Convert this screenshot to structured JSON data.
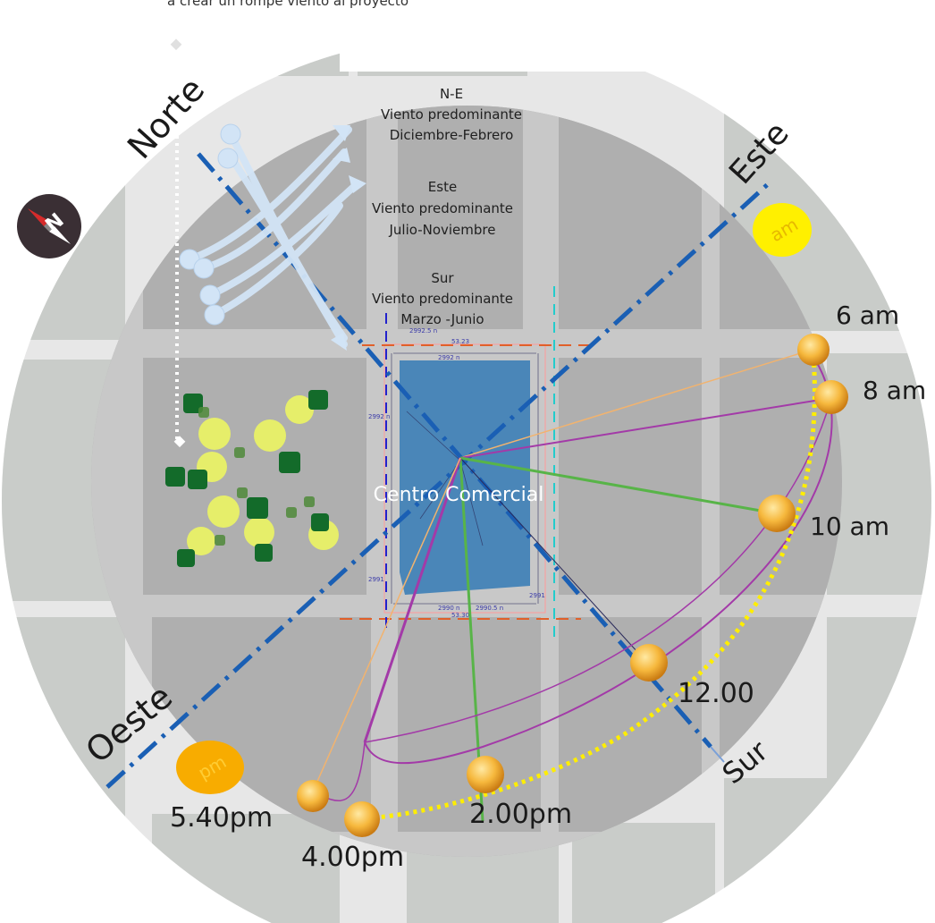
{
  "top_caption": "a crear un rompe viento al proyecto",
  "directions": {
    "north": "Norte",
    "east": "Este",
    "west": "Oeste",
    "south": "Sur"
  },
  "wind": [
    {
      "name": "N-E",
      "line1": "Viento predominante",
      "line2": "Diciembre-Febrero"
    },
    {
      "name": "Este",
      "line1": "Viento predominante",
      "line2": "Julio-Noviembre"
    },
    {
      "name": "Sur",
      "line1": "Viento predominante",
      "line2": "Marzo -Junio"
    }
  ],
  "building_label": "Centro Comercial",
  "badges": {
    "am": "am",
    "pm": "pm"
  },
  "sun_times": [
    "6 am",
    "8 am",
    "10 am",
    "12.00",
    "2.00pm",
    "4.00pm",
    "5.40pm"
  ],
  "plan_annotations": {
    "top_dim": "53.23",
    "bottom_dim": "53.30",
    "levels": [
      "2992.5 n",
      "2992 n",
      "2992 n",
      "2990 n",
      "2990.5 n",
      "2991",
      "2991"
    ]
  },
  "colors": {
    "background": "#ffffff",
    "disc": "#a9a9a9",
    "block": "#c9ccc9",
    "street": "#d8d8d8",
    "building": "#4a86b8",
    "axis_blue": "#1a5fb4",
    "sun": "#f4b63a",
    "sun_path_dotted": "#ffee00",
    "ray_orange": "#f2b36e",
    "ray_purple": "#a33aa8",
    "ray_green": "#58b448",
    "am_badge": "#fff000",
    "pm_badge": "#f8ac00",
    "tree_dark": "#136b2a",
    "tree_light": "#e6ee6a"
  },
  "icons": [
    "compass-icon"
  ]
}
